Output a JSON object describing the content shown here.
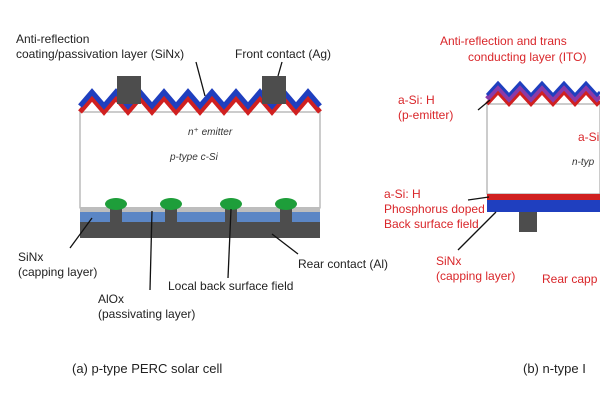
{
  "colors": {
    "label_red": "#d9262a",
    "sinx_blue": "#1f3fbf",
    "emitter_red": "#d02020",
    "contact_gray": "#4d4d4d",
    "local_bsf_green": "#1e9e3a",
    "alox_lightgray": "#bdbdbd",
    "capping_blue": "#5b86c5",
    "ito_purple": "#8a3aa8"
  },
  "panel_a": {
    "label_arc_1": "Anti-reflection",
    "label_arc_2": "coating/passivation layer (SiNx)",
    "front_contact": "Front contact (Ag)",
    "n_emitter": "n⁺ emitter",
    "p_substrate": "p-type c-Si",
    "sinx_1": "SiNx",
    "sinx_2": "(capping layer)",
    "alox_1": "AlOx",
    "alox_2": "(passivating layer)",
    "local_bsf": "Local back surface field",
    "rear_contact": "Rear contact (Al)",
    "caption": "(a) p-type PERC solar cell"
  },
  "panel_b": {
    "ito_1": "Anti-reflection and trans",
    "ito_2": "conducting layer (ITO)",
    "asih_1": "a-Si: H",
    "asih_2": "(p-emitter)",
    "asi_partial": "a-Si",
    "ntype_partial": "n-typ",
    "bsf_1": "a-Si: H",
    "bsf_2": "Phosphorus doped",
    "bsf_3": "Back surface field",
    "sinx_1": "SiNx",
    "sinx_2": "(capping layer)",
    "rear_partial": "Rear capp",
    "caption": "(b) n-type I"
  }
}
